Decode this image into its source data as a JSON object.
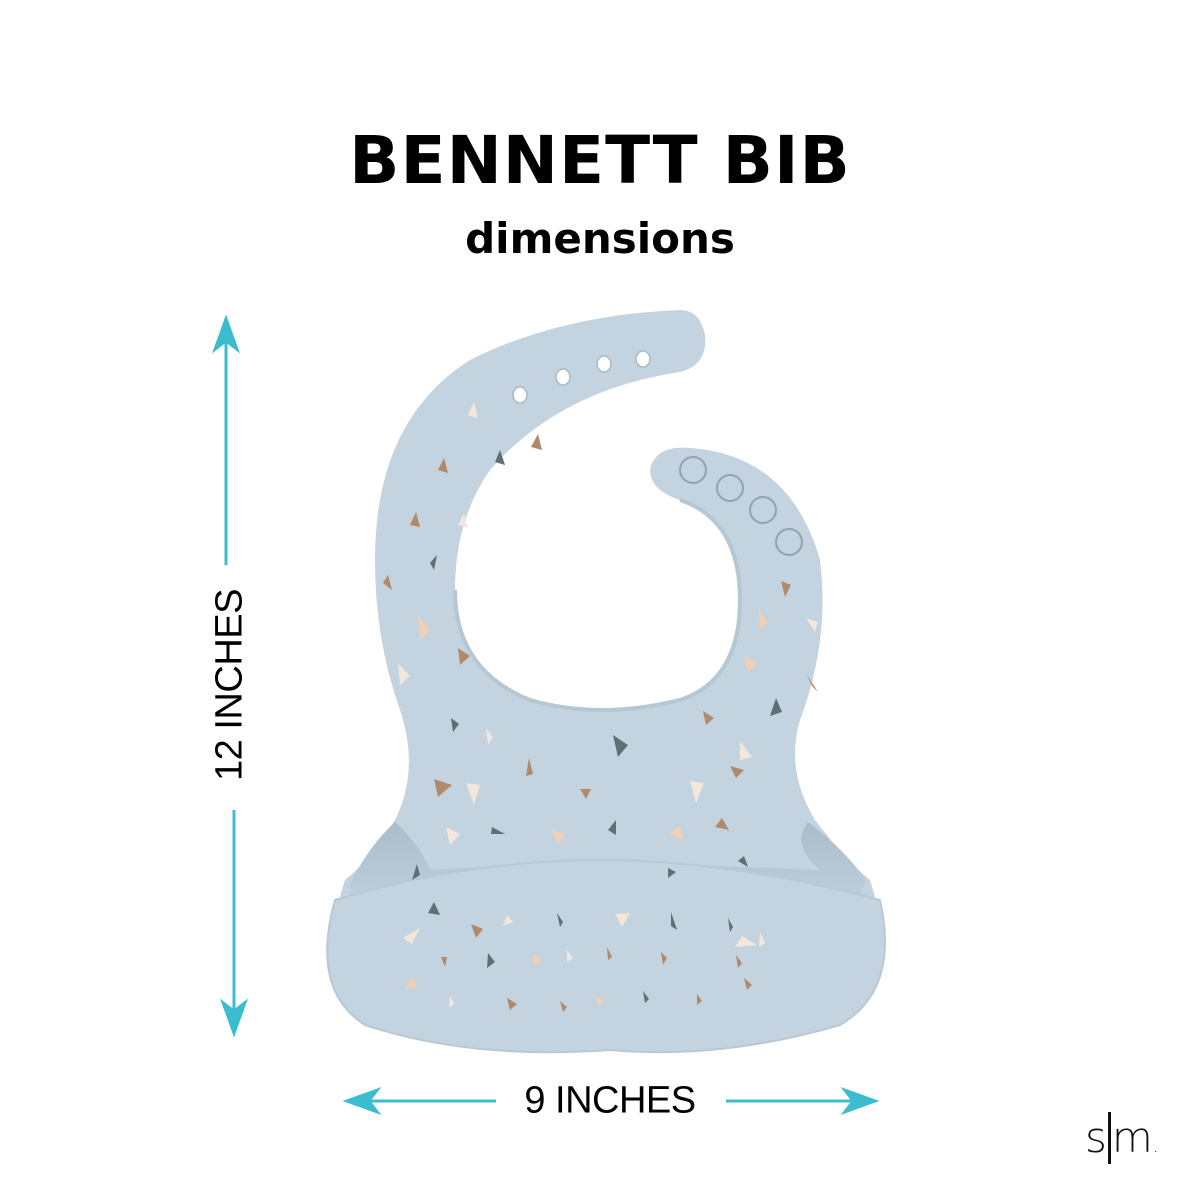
{
  "header": {
    "title": "BENNETT BIB",
    "subtitle": "dimensions"
  },
  "product": {
    "name": "Bennett Bib",
    "color": "#c3d3df",
    "pattern": "confetti-triangles",
    "pattern_colors": [
      "#b08a6a",
      "#5f6f73",
      "#f2e7da",
      "#f0cfb5"
    ],
    "snap_buttons": 4,
    "adjust_holes": 4
  },
  "dimensions": {
    "height_label": "12 INCHES",
    "width_label": "9 INCHES",
    "arrow_color": "#3bbdd0"
  },
  "brand": {
    "logo_left": "s",
    "logo_right": "m",
    "logo_dot": "."
  }
}
